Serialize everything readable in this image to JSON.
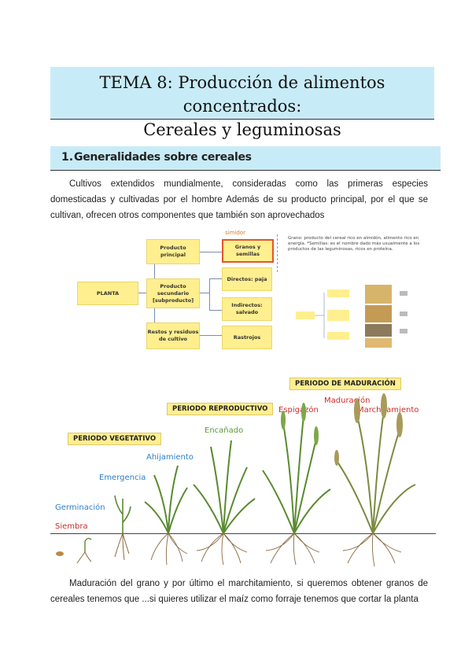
{
  "title": {
    "line1": "TEMA 8: Producción de alimentos concentrados:",
    "line2": "Cereales y leguminosas"
  },
  "section": {
    "number": "1.",
    "label": "Generalidades sobre cereales"
  },
  "paragraphs": [
    "Cultivos extendidos mundialmente, consideradas como las primeras especies domesticadas y cultivadas por el hombre Además de su producto principal, por el que se cultivan, ofrecen otros componentes que también son aprovechados",
    "Maduración del grano y por último el marchitamiento, si queremos obtener granos de cereales tenemos que ...si quieres utilizar el maíz como forraje tenemos que cortar la planta"
  ],
  "scheme": {
    "planta": "PLANTA",
    "producto_principal": "Producto principal",
    "producto_secundario": "Producto secundario [subproducto]",
    "restos": "Restos y residuos de cultivo",
    "granos": "Granos y semillas",
    "directos": "Directos: paja",
    "indirectos": "Indirectos: salvado",
    "rastrojos": "Rastrojos",
    "label_small": "simidor",
    "note": "Grano: producto del cereal rico en almidón, alimento rico en energía. *Semillas: es el nombre dado más usualmente a los productos de las leguminosas, ricos en proteína."
  },
  "plant_diagram": {
    "periodo_maduracion": "PERIODO DE MADURACIÓN",
    "periodo_reproductivo": "PERIODO REPRODUCTIVO",
    "periodo_vegetativo": "PERIODO VEGETATIVO",
    "siembra": "Siembra",
    "germinacion": "Germinación",
    "emergencia": "Emergencia",
    "ahijamiento": "Ahijamiento",
    "encanado": "Encañado",
    "espigazon": "Espigazón",
    "maduracion": "Maduración",
    "marchitamiento": "Marchitamiento"
  },
  "colors": {
    "title_bg": "#c8ecf7",
    "box_yellow": "#ffef8f",
    "stage_blue": "#2d7fc7",
    "stage_green": "#5a9a3c",
    "stage_red": "#d02b2b"
  }
}
